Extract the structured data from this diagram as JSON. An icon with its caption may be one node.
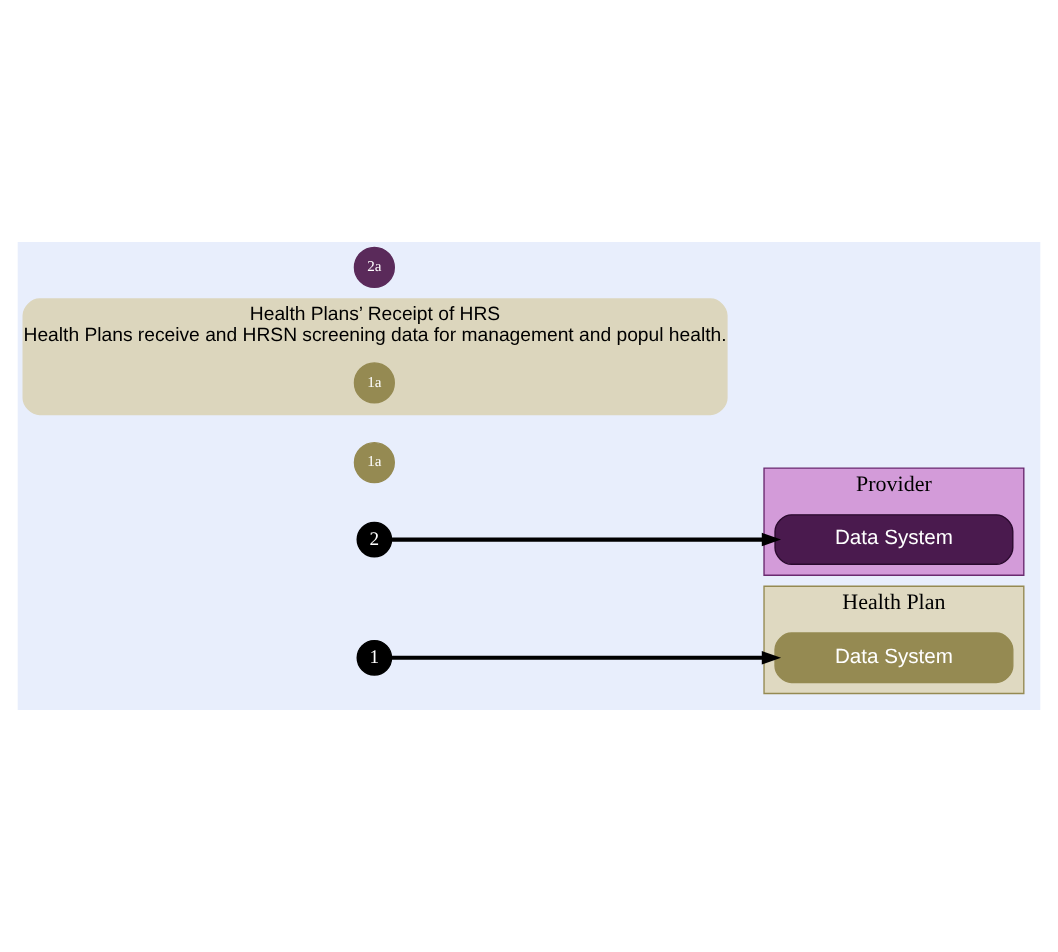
{
  "diagram": {
    "nodes": [
      {
        "text": [
          "1"
        ]
      },
      {
        "text": [
          "2"
        ]
      },
      {
        "text": [
          "Health Plan"
        ]
      },
      {
        "text": [
          "Data System"
        ],
        "in": 2
      },
      {
        "text": [
          "1a"
        ]
      },
      {
        "text": [
          "Health Plans’ Receipt of HRS",
          "Health Plans receive and HRSN screening data for management and popul health."
        ]
      },
      {
        "text": [
          "1a"
        ],
        "in": 5
      },
      {
        "text": [
          "Provider"
        ]
      },
      {
        "text": [
          "Data System"
        ],
        "in": 7
      },
      {
        "text": [
          "2a"
        ]
      }
    ],
    "edges": [
      {
        "from": 0,
        "to": 3,
        "arrow": "to"
      },
      {
        "from": 1,
        "to": 8,
        "arrow": "to"
      }
    ]
  }
}
